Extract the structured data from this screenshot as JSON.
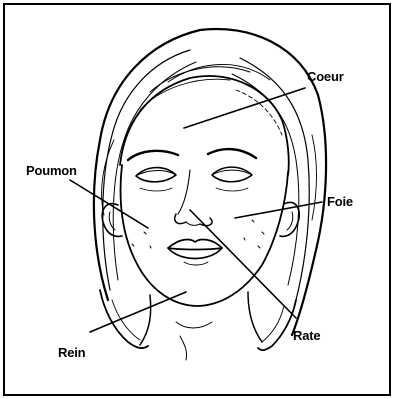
{
  "diagram": {
    "labels": {
      "coeur": "Coeur",
      "poumon": "Poumon",
      "foie": "Foie",
      "rein": "Rein",
      "rate": "Rate"
    }
  }
}
